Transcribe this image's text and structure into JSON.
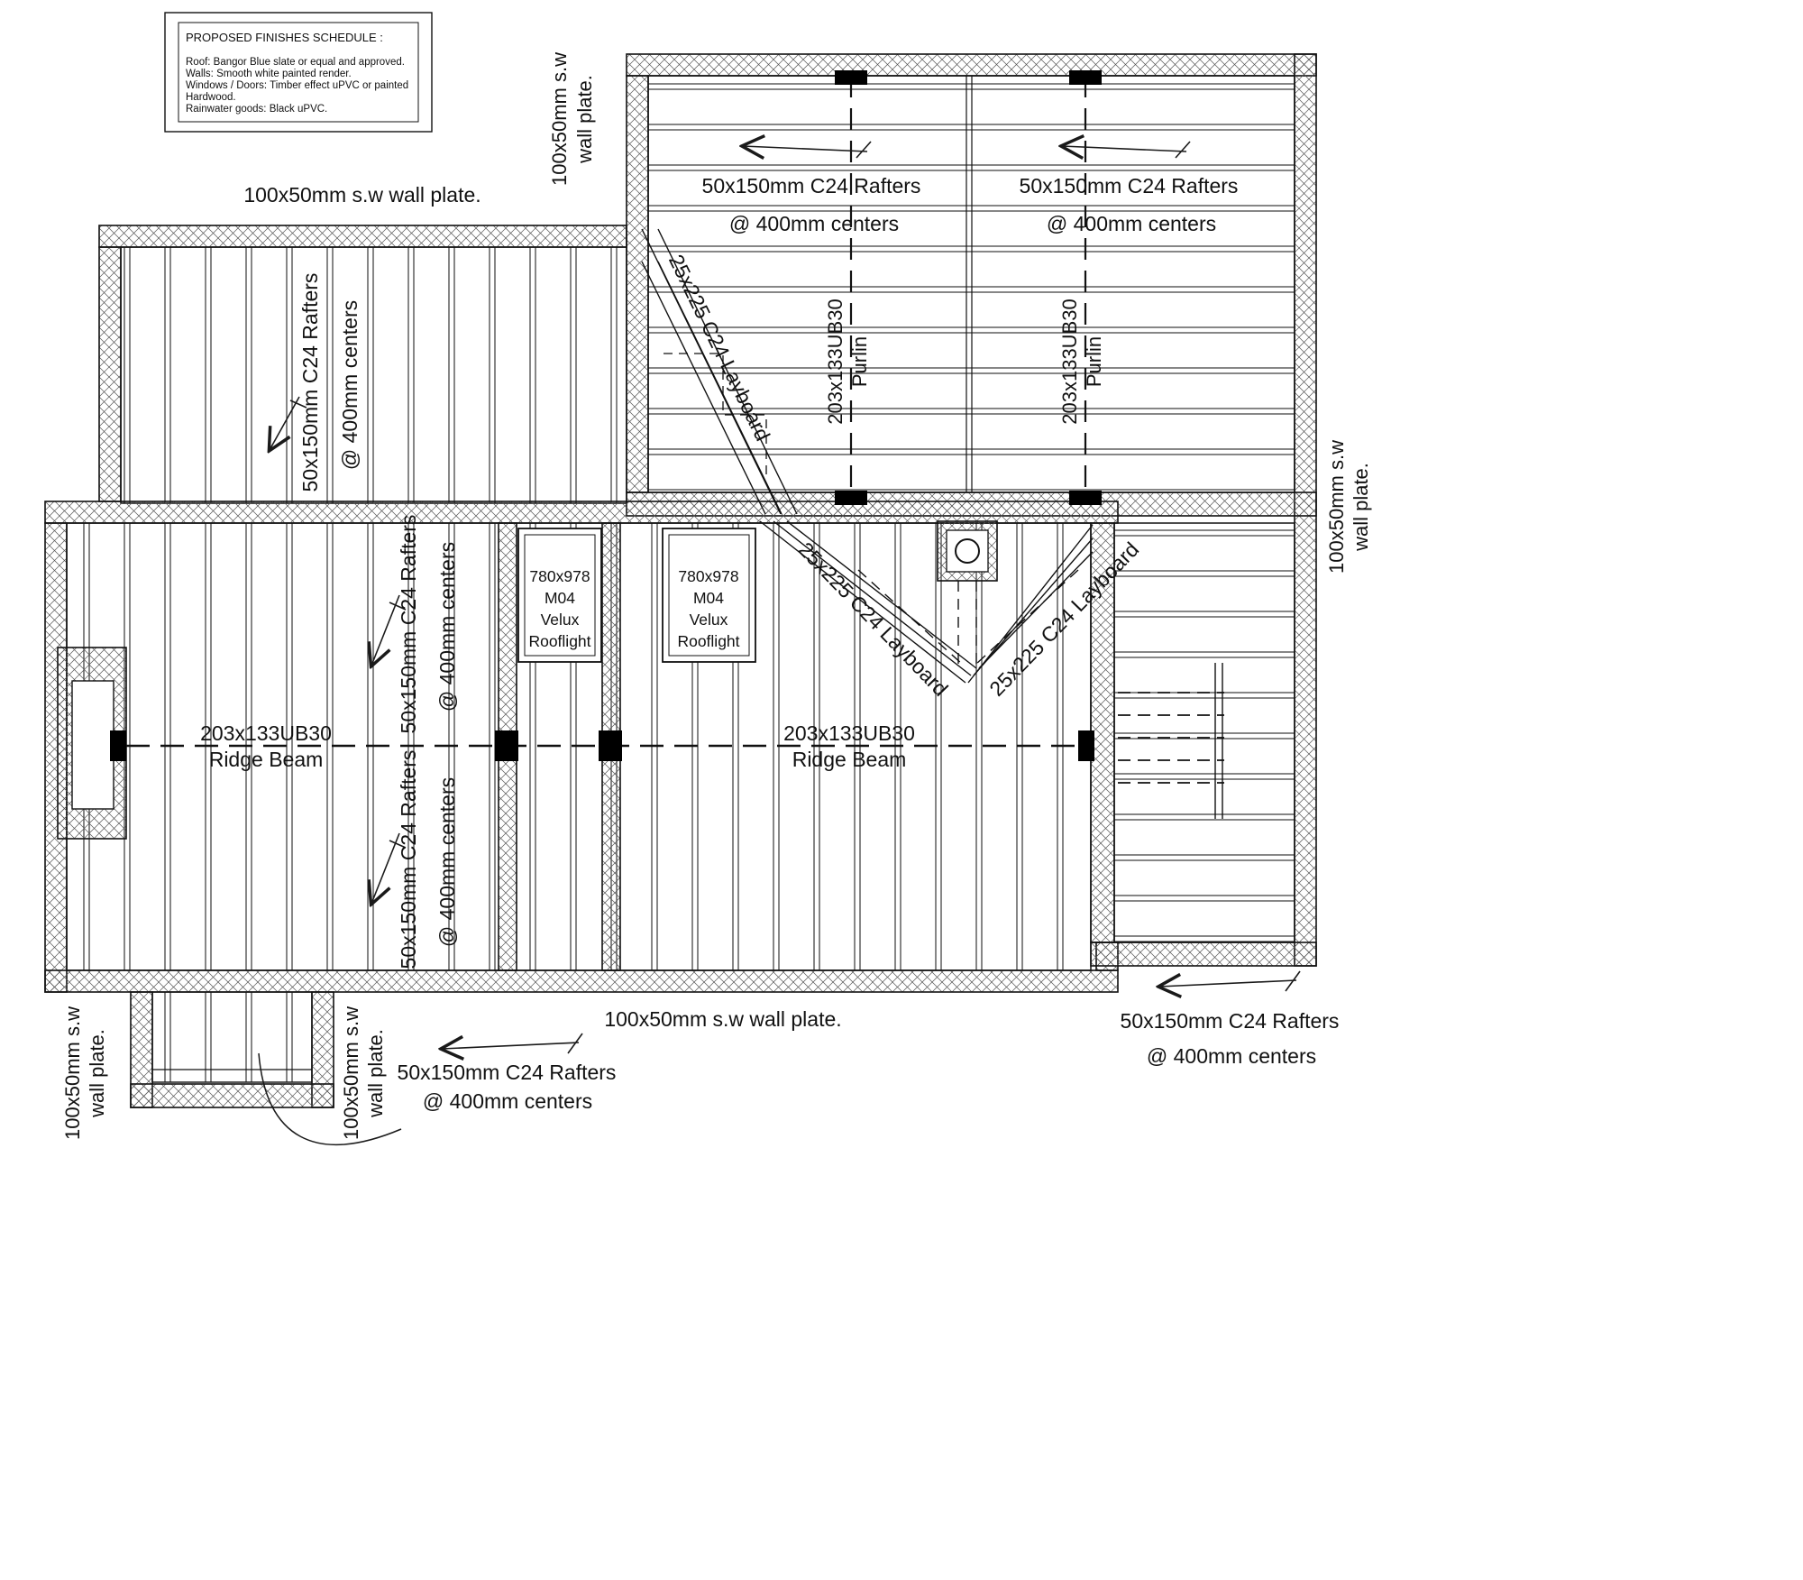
{
  "drawing": {
    "type": "roof-framing-plan"
  },
  "finishes_schedule": {
    "title": "PROPOSED FINISHES SCHEDULE :",
    "lines": [
      "Roof:  Bangor Blue slate or equal and approved.",
      "Walls:  Smooth white painted render.",
      "Windows / Doors:  Timber effect uPVC or painted",
      "Hardwood.",
      "Rainwater goods: Black uPVC."
    ]
  },
  "labels": {
    "wall_plate": "100x50mm s.w wall plate.",
    "wall_plate_line1": "100x50mm s.w",
    "wall_plate_line2": "wall plate.",
    "rafters_line1": "50x150mm C24 Rafters",
    "rafters_line2": "@ 400mm centers",
    "layboard": "25x225 C24 Layboard",
    "purlin_line1": "203x133UB30",
    "purlin_line2": "Purlin",
    "ridge_line1": "203x133UB30",
    "ridge_line2": "Ridge Beam",
    "rooflight_line1": "780x978",
    "rooflight_line2": "M04",
    "rooflight_line3": "Velux",
    "rooflight_line4": "Rooflight"
  },
  "colors": {
    "line": "#1a1a1a",
    "background": "#ffffff"
  }
}
